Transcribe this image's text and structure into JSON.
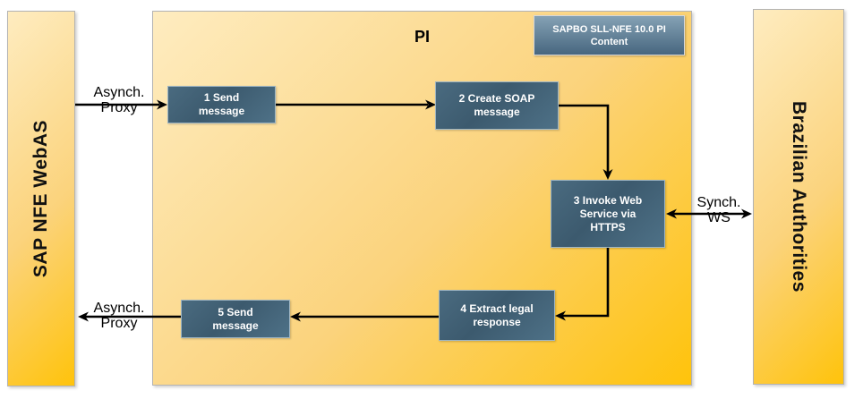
{
  "colors": {
    "orange_light": "#FEECC0",
    "orange_deep": "#FFC30B",
    "box_dark": "#3C5A6E",
    "box_light": "#4E7187",
    "badge_top": "#85A2B5",
    "badge_bottom": "#47667F",
    "arrow": "#000000"
  },
  "left_bar": {
    "label": "SAP NFE WebAS"
  },
  "right_bar": {
    "label": "Brazilian Authorities"
  },
  "pi": {
    "title": "PI"
  },
  "badge": {
    "lines": [
      "SAPBO SLL-NFE 10.0 PI",
      "Content"
    ]
  },
  "steps": [
    {
      "lines": [
        "1 Send",
        "message"
      ]
    },
    {
      "lines": [
        "2 Create SOAP",
        "message"
      ]
    },
    {
      "lines": [
        "3 Invoke Web",
        "Service via",
        "HTTPS"
      ]
    },
    {
      "lines": [
        "4 Extract legal",
        "response"
      ]
    },
    {
      "lines": [
        "5 Send",
        "message"
      ]
    }
  ],
  "connector_labels": [
    {
      "position": "top-left",
      "lines": [
        "Asynch.",
        "Proxy"
      ]
    },
    {
      "position": "right",
      "lines": [
        "Synch.",
        "WS"
      ]
    },
    {
      "position": "bottom-left",
      "lines": [
        "Asynch.",
        "Proxy"
      ]
    }
  ]
}
